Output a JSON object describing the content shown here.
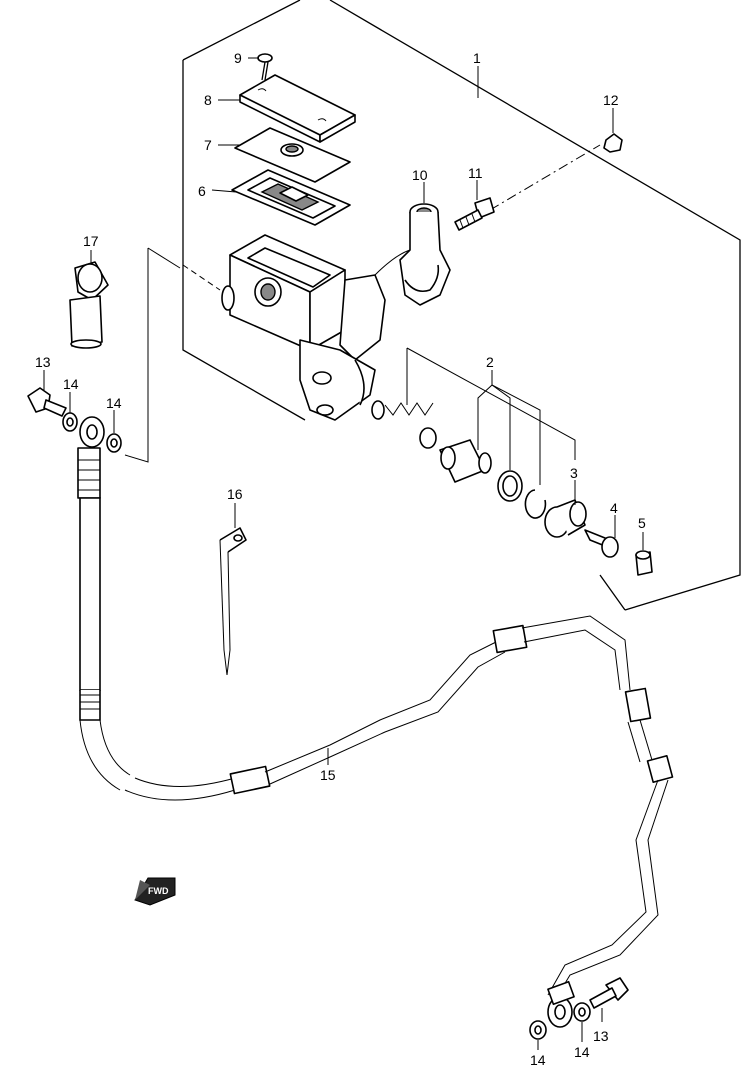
{
  "labels": {
    "p1": "1",
    "p2": "2",
    "p3": "3",
    "p4": "4",
    "p5": "5",
    "p6": "6",
    "p7": "7",
    "p8": "8",
    "p9": "9",
    "p10": "10",
    "p11": "11",
    "p12": "12",
    "p13a": "13",
    "p13b": "13",
    "p14a": "14",
    "p14b": "14",
    "p14c": "14",
    "p14d": "14",
    "p15": "15",
    "p16": "16",
    "p17": "17"
  },
  "fwd_badge": "FWD"
}
